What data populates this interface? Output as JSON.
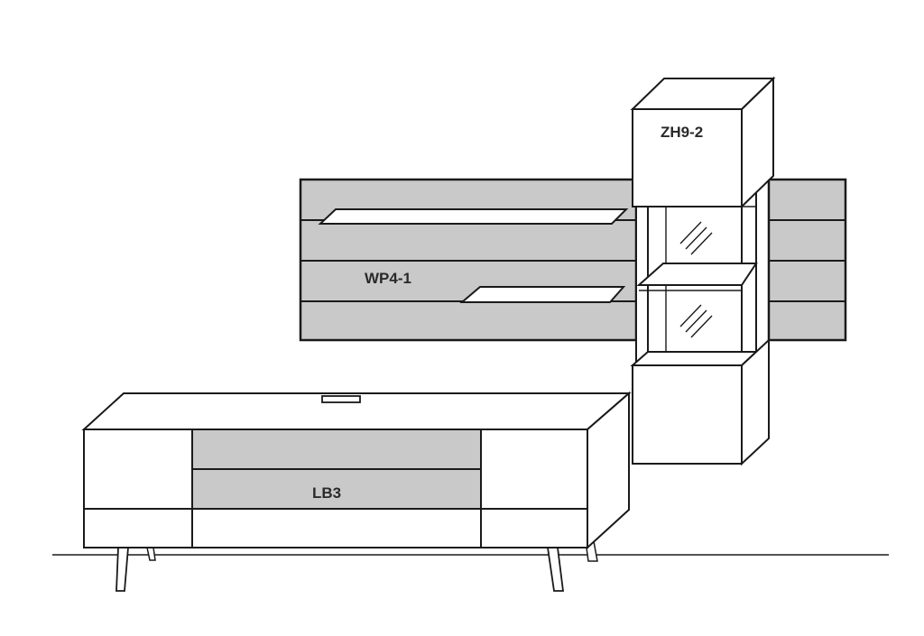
{
  "labels": {
    "wall_panel": "WP4-1",
    "vitrine": "ZH9-2",
    "lowboard": "LB3"
  },
  "colors": {
    "panel_fill": "#c9c9c9",
    "line": "#1a1a1a",
    "background": "#ffffff",
    "white_fill": "#ffffff"
  }
}
